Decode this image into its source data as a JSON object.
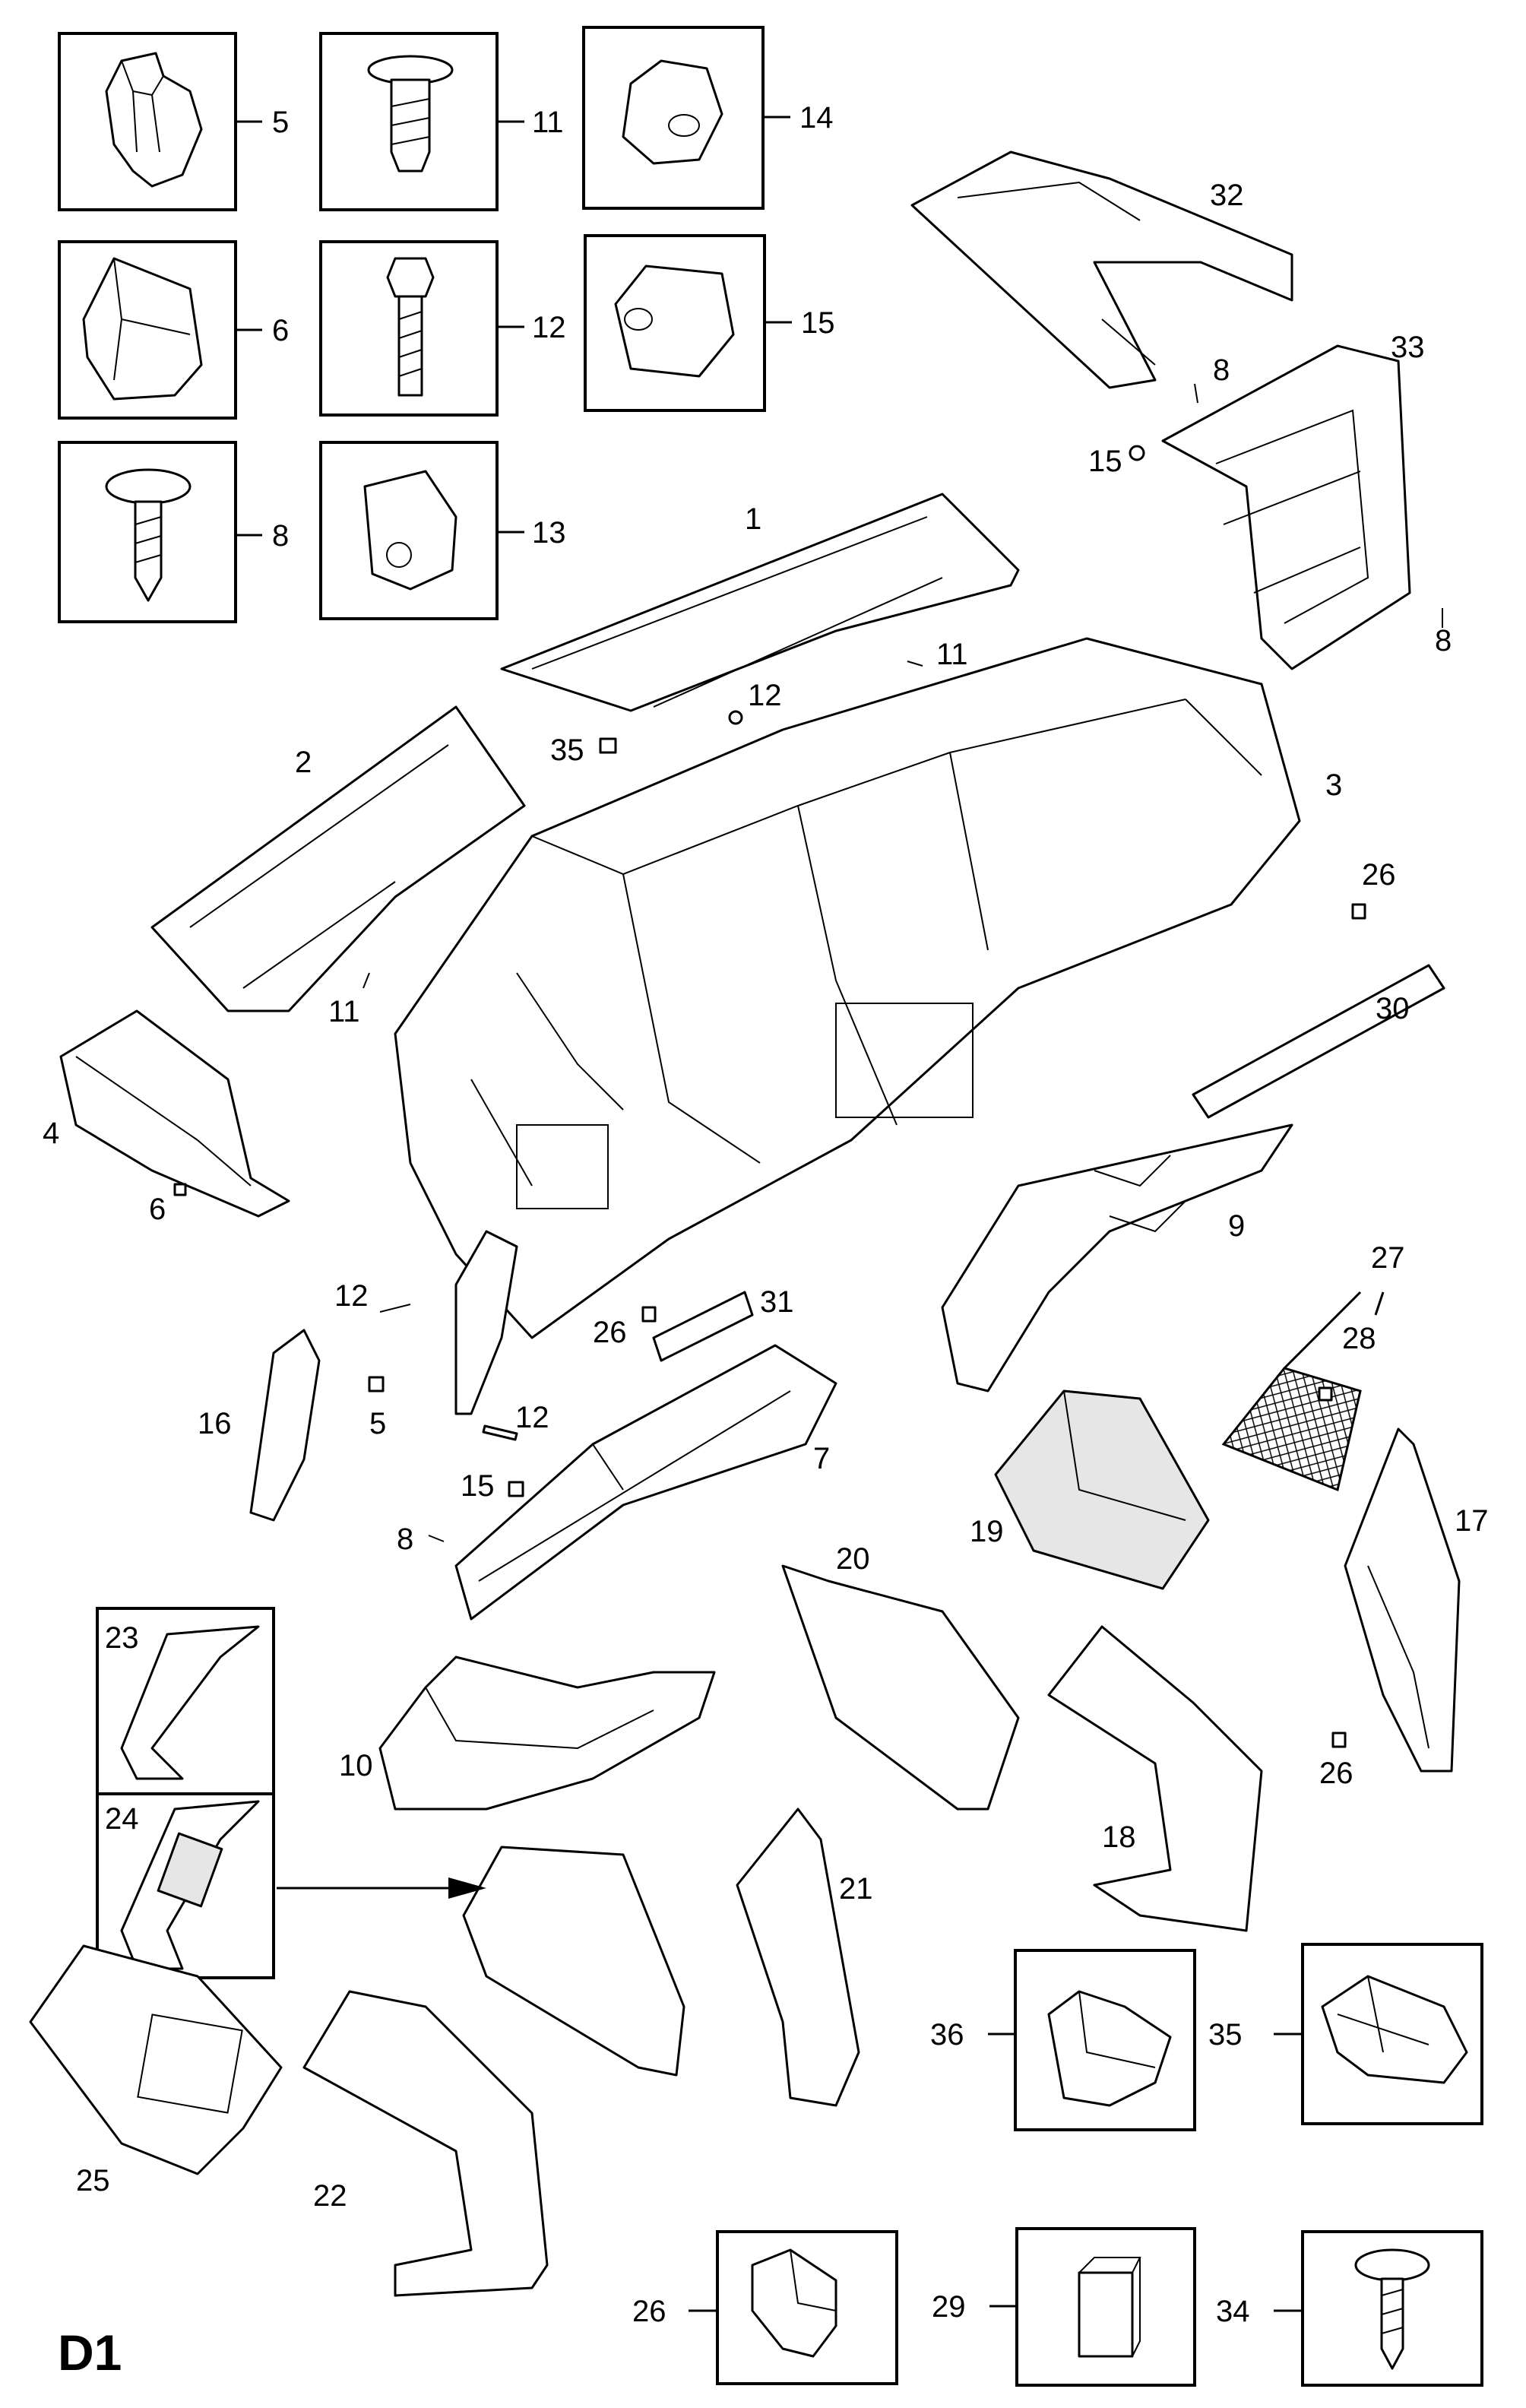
{
  "diagram": {
    "code": "D1",
    "labels": {
      "b5": "5",
      "b11": "11",
      "b14": "14",
      "b6": "6",
      "b12": "12",
      "b15": "15",
      "b8": "8",
      "b13": "13",
      "b36": "36",
      "b35": "35",
      "b26": "26",
      "b29": "29",
      "b34": "34",
      "b23": "23",
      "b24": "24",
      "p1": "1",
      "p2": "2",
      "p3": "3",
      "p4": "4",
      "p6": "6",
      "p7": "7",
      "p8a": "8",
      "p8b": "8",
      "p8c": "8",
      "p9": "9",
      "p10": "10",
      "p11a": "11",
      "p11b": "11",
      "p12a": "12",
      "p12b": "12",
      "p12c": "12",
      "p15a": "15",
      "p15b": "15",
      "p5": "5",
      "p16": "16",
      "p17": "17",
      "p18": "18",
      "p19": "19",
      "p20": "20",
      "p21": "21",
      "p22": "22",
      "p25": "25",
      "p26a": "26",
      "p26b": "26",
      "p26c": "26",
      "p27": "27",
      "p28": "28",
      "p30": "30",
      "p31": "31",
      "p32": "32",
      "p33": "33",
      "p35": "35"
    }
  }
}
